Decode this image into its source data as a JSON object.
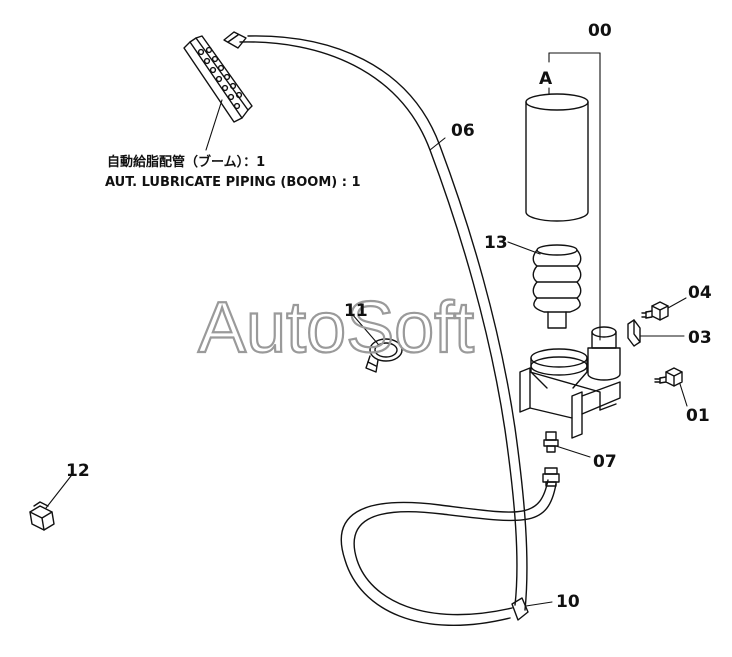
{
  "labels": {
    "p00": "00",
    "pA": "A",
    "p06": "06",
    "p13": "13",
    "p11": "11",
    "p04": "04",
    "p03": "03",
    "p01": "01",
    "p07": "07",
    "p12": "12",
    "p10": "10",
    "note_jp": "自動給脂配管（ブーム）：1",
    "note_en": "AUT. LUBRICATE PIPING (BOOM) : 1"
  },
  "watermark": "AutoSoft",
  "colors": {
    "line": "#111111",
    "watermark": "#9a9a9a",
    "background": "#ffffff"
  }
}
